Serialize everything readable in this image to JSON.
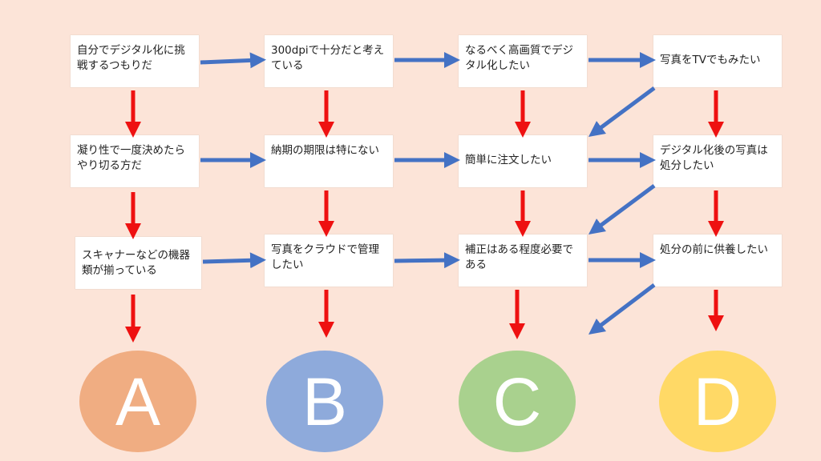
{
  "nodes": {
    "r1c1": "自分でデジタル化に挑戦するつもりだ",
    "r1c2": "300dpiで十分だと考えている",
    "r1c3": "なるべく高画質でデジタル化したい",
    "r1c4": "写真をTVでもみたい",
    "r2c1": "凝り性で一度決めたらやり切る方だ",
    "r2c2": "納期の期限は特にない",
    "r2c3": "簡単に注文したい",
    "r2c4": "デジタル化後の写真は処分したい",
    "r3c1": "スキャナーなどの機器類が揃っている",
    "r3c2": "写真をクラウドで管理したい",
    "r3c3": "補正はある程度必要である",
    "r3c4": "処分の前に供養したい"
  },
  "results": {
    "a": {
      "label": "A",
      "color": "#f0ad82"
    },
    "b": {
      "label": "B",
      "color": "#8eaadb"
    },
    "c": {
      "label": "C",
      "color": "#a9d18e"
    },
    "d": {
      "label": "D",
      "color": "#ffd966"
    }
  },
  "colors": {
    "yes_arrow": "#ee1111",
    "no_arrow": "#4472c4",
    "background": "#fce4d8",
    "box": "#ffffff"
  }
}
